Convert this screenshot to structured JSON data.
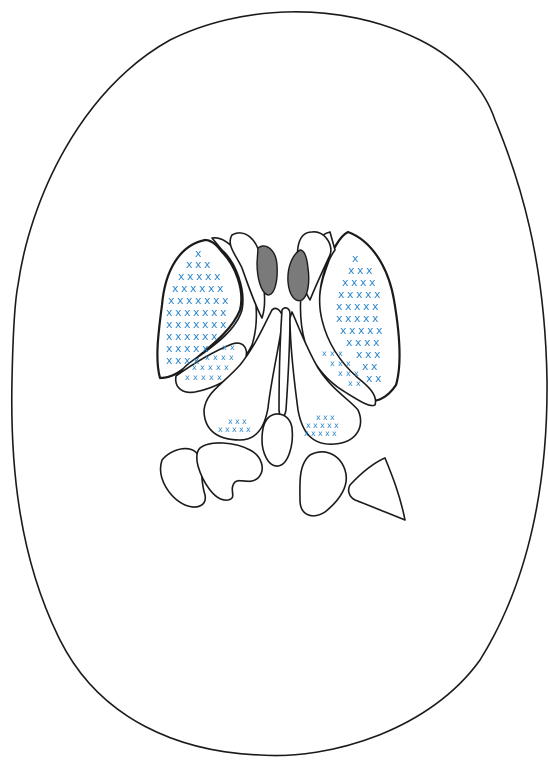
{
  "diagram": {
    "colors": {
      "background": "#ffffff",
      "line": "#1a1a1a",
      "marker": "#2e86c8",
      "shaded": "#7a7a7a"
    },
    "marker_glyph": "x",
    "marker_regions": [
      {
        "name": "left-lentiform-nucleus",
        "icon": "cross-hatch-markers"
      },
      {
        "name": "right-lentiform-nucleus",
        "icon": "cross-hatch-markers"
      },
      {
        "name": "left-posterior-thalamus",
        "icon": "cross-hatch-markers"
      },
      {
        "name": "right-posterior-thalamus",
        "icon": "cross-hatch-markers"
      }
    ],
    "shaded_regions": [
      "left-caudate-head",
      "right-caudate-head"
    ]
  }
}
